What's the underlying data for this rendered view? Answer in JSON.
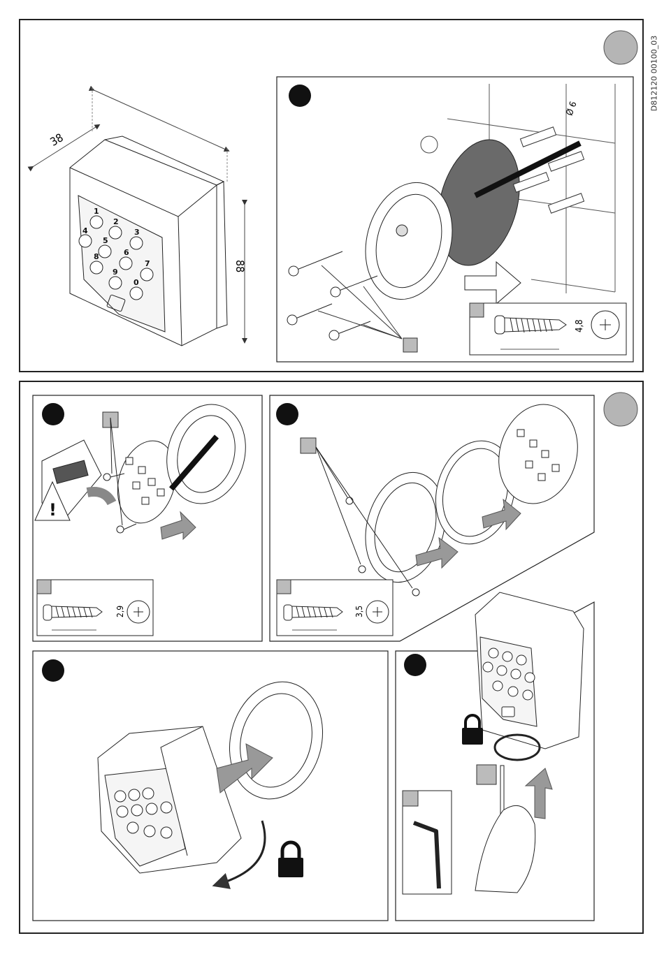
{
  "doc_code": "D812120 00100_03",
  "dims": {
    "width": "38",
    "height": "88",
    "hole": "Ø 6"
  },
  "screws": {
    "top": "4,8",
    "bottom_left": "2,9",
    "bottom_right": "3,5"
  },
  "keypad_keys": [
    "1",
    "2",
    "3",
    "4",
    "5",
    "6",
    "7",
    "8",
    "9",
    "0"
  ]
}
